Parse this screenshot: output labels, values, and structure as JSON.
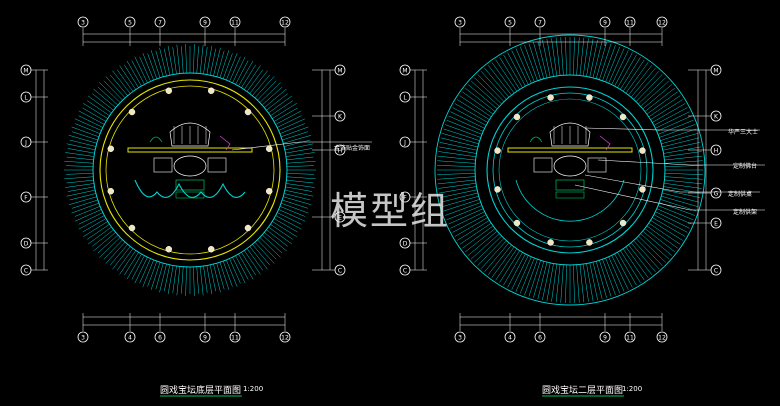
{
  "watermark": "模型组",
  "plans": [
    {
      "title": "圆戏宝坛底层平面图",
      "scale": "1:200",
      "top_grid": [
        "3",
        "5",
        "7",
        "9",
        "11",
        "12"
      ],
      "bottom_grid": [
        "3",
        "4",
        "6",
        "9",
        "11",
        "12"
      ],
      "left_grid": [
        "M",
        "L",
        "J",
        "F",
        "D",
        "C"
      ],
      "right_grid": [
        "M",
        "K",
        "H",
        "E",
        "C"
      ],
      "callouts": [
        "金箔贴金饰面"
      ]
    },
    {
      "title": "圆戏宝坛二层平面图",
      "scale": "1:200",
      "top_grid": [
        "3",
        "5",
        "7",
        "9",
        "11",
        "12"
      ],
      "bottom_grid": [
        "3",
        "4",
        "6",
        "9",
        "11",
        "12"
      ],
      "left_grid": [
        "M",
        "L",
        "J",
        "F",
        "D",
        "C"
      ],
      "right_grid": [
        "M",
        "K",
        "H",
        "G",
        "E",
        "C"
      ],
      "callouts": [
        "华严三大士",
        "定制佛台",
        "定制供桌",
        "定制供架"
      ]
    }
  ],
  "colors": {
    "cyan": "#00d2d2",
    "yellow": "#e6e600",
    "white": "#ffffff",
    "green": "#00c060",
    "magenta": "#e040e0"
  }
}
